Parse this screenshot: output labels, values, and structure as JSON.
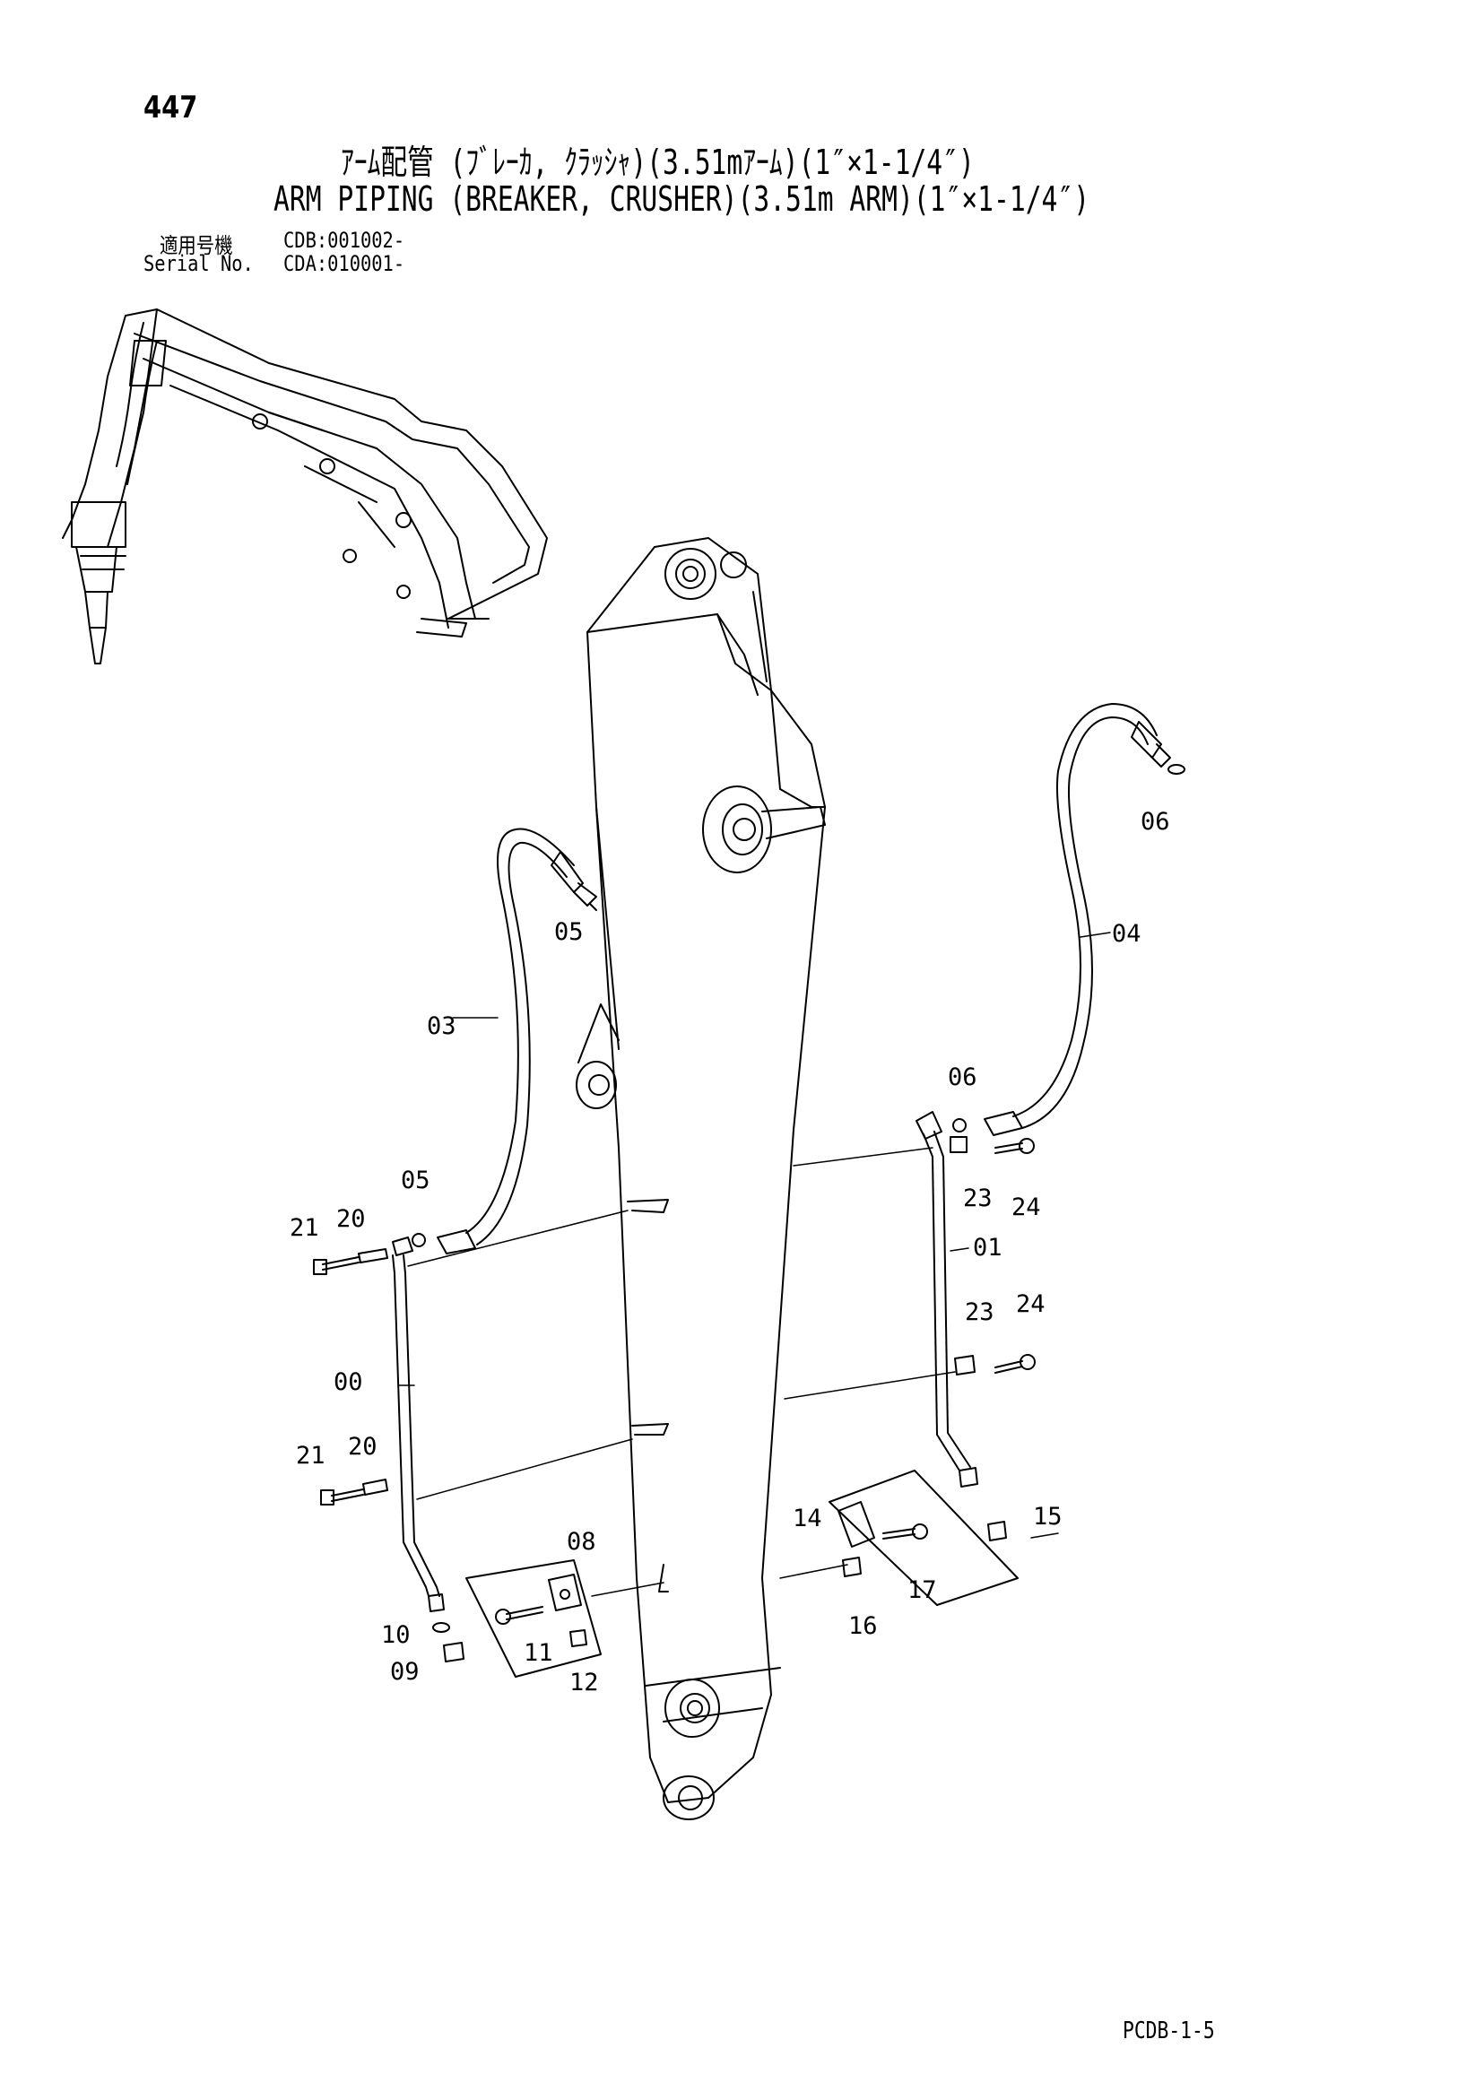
{
  "header": {
    "page_number": "447",
    "title_jp": "ｱｰﾑ配管 (ﾌﾞﾚｰｶ, ｸﾗｯｼｬ)(3.51mｱｰﾑ)(1″×1-1/4″)",
    "title_en": "ARM PIPING (BREAKER, CRUSHER)(3.51m ARM)(1″×1-1/4″)",
    "applicable_label": "適用号機",
    "applicable_value": "CDB:001002-",
    "serial_label": "Serial No.",
    "serial_value": "CDA:010001-"
  },
  "parts": [
    {
      "id": "p00",
      "label": "00"
    },
    {
      "id": "p01",
      "label": "01"
    },
    {
      "id": "p03",
      "label": "03"
    },
    {
      "id": "p04",
      "label": "04"
    },
    {
      "id": "p05a",
      "label": "05"
    },
    {
      "id": "p05b",
      "label": "05"
    },
    {
      "id": "p06a",
      "label": "06"
    },
    {
      "id": "p06b",
      "label": "06"
    },
    {
      "id": "p08",
      "label": "08"
    },
    {
      "id": "p09",
      "label": "09"
    },
    {
      "id": "p10",
      "label": "10"
    },
    {
      "id": "p11",
      "label": "11"
    },
    {
      "id": "p12",
      "label": "12"
    },
    {
      "id": "p14",
      "label": "14"
    },
    {
      "id": "p15",
      "label": "15"
    },
    {
      "id": "p16",
      "label": "16"
    },
    {
      "id": "p17",
      "label": "17"
    },
    {
      "id": "p20a",
      "label": "20"
    },
    {
      "id": "p20b",
      "label": "20"
    },
    {
      "id": "p21a",
      "label": "21"
    },
    {
      "id": "p21b",
      "label": "21"
    },
    {
      "id": "p23a",
      "label": "23"
    },
    {
      "id": "p23b",
      "label": "23"
    },
    {
      "id": "p24a",
      "label": "24"
    },
    {
      "id": "p24b",
      "label": "24"
    }
  ],
  "footer": {
    "doc_code": "PCDB-1-5"
  }
}
